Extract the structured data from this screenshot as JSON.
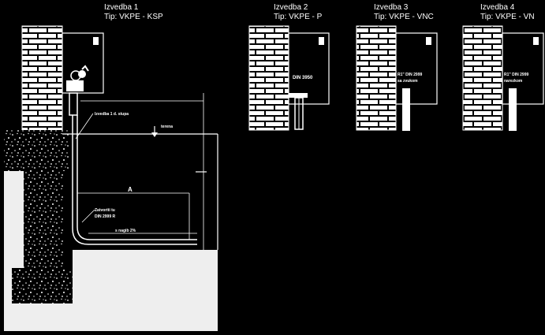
{
  "variants": [
    {
      "name": "Izvedba 1",
      "type": "Tip: VKPE - KSP"
    },
    {
      "name": "Izvedba 2",
      "type": "Tip: VKPE - P"
    },
    {
      "name": "Izvedba 3",
      "type": "Tip: VKPE - VNC"
    },
    {
      "name": "Izvedba 4",
      "type": "Tip: VKPE - VN"
    }
  ],
  "annotations": {
    "A": "A",
    "box2": "DIN 3950",
    "box3a": "R1\" DIN 2999",
    "box3b": "sa zvukom",
    "box4a": "R1\" DIN 2999",
    "box4b": "narezkom",
    "label_wall": "Izvedba 1 d. stupa",
    "label_level": "terena",
    "label_pipe1": "Zatvoriti tu",
    "label_pipe2": "DIN 2999 R",
    "label_slope": "s nagib 2%"
  },
  "colors": {
    "background": "#000000",
    "line": "#ffffff"
  }
}
